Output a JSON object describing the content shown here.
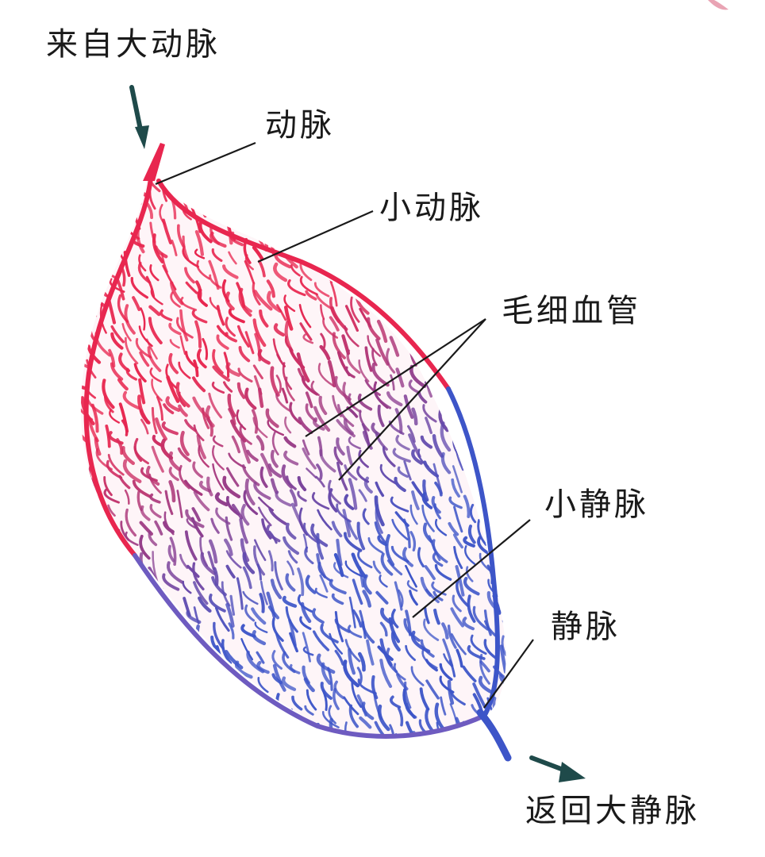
{
  "labels": {
    "from_aorta": "来自大动脉",
    "artery": "动脉",
    "arteriole": "小动脉",
    "capillary": "毛细血管",
    "venule": "小静脉",
    "vein": "静脉",
    "to_vena_cava": "返回大静脉"
  },
  "colors": {
    "arterial": "#e8264f",
    "venous": "#3d55c8",
    "mixed": "#9a63b8",
    "arrow": "#1f4a4a",
    "leader_line": "#1a1a1a",
    "text": "#1a1a1a"
  },
  "icons": {
    "inflow_arrow": "arrow-down-icon",
    "outflow_arrow": "arrow-down-right-icon"
  }
}
